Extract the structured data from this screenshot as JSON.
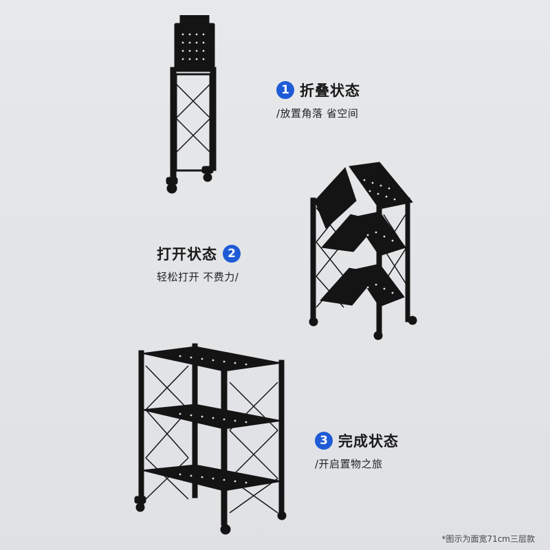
{
  "colors": {
    "accent": "#1f5bd6",
    "background": "#e3e5e7",
    "product": "#141414"
  },
  "steps": [
    {
      "number": "1",
      "title": "折叠状态",
      "desc": "/放置角落 省空间",
      "badge_icon": "number-1-badge-icon"
    },
    {
      "number": "2",
      "title": "打开状态",
      "desc": "轻松打开 不费力/",
      "badge_icon": "number-2-badge-icon"
    },
    {
      "number": "3",
      "title": "完成状态",
      "desc": "/开启置物之旅",
      "badge_icon": "number-3-badge-icon"
    }
  ],
  "footnote": "*图示为面宽71cm三层款"
}
